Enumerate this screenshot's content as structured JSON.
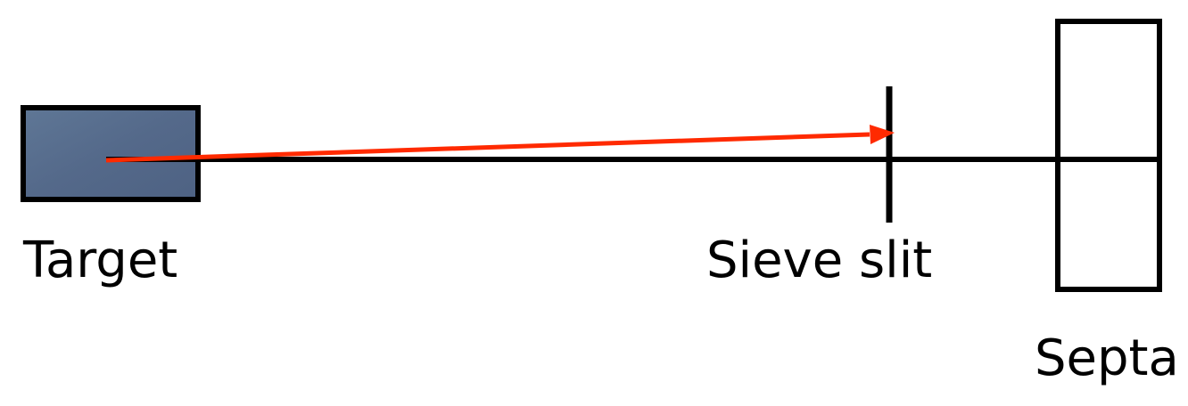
{
  "labels": {
    "target": "Target",
    "sieve_slit": "Sieve slit",
    "septa": "Septa"
  },
  "colors": {
    "target_fill": "#5a7090",
    "ray": "#ff2a00",
    "line": "#000000",
    "background": "#ffffff"
  }
}
